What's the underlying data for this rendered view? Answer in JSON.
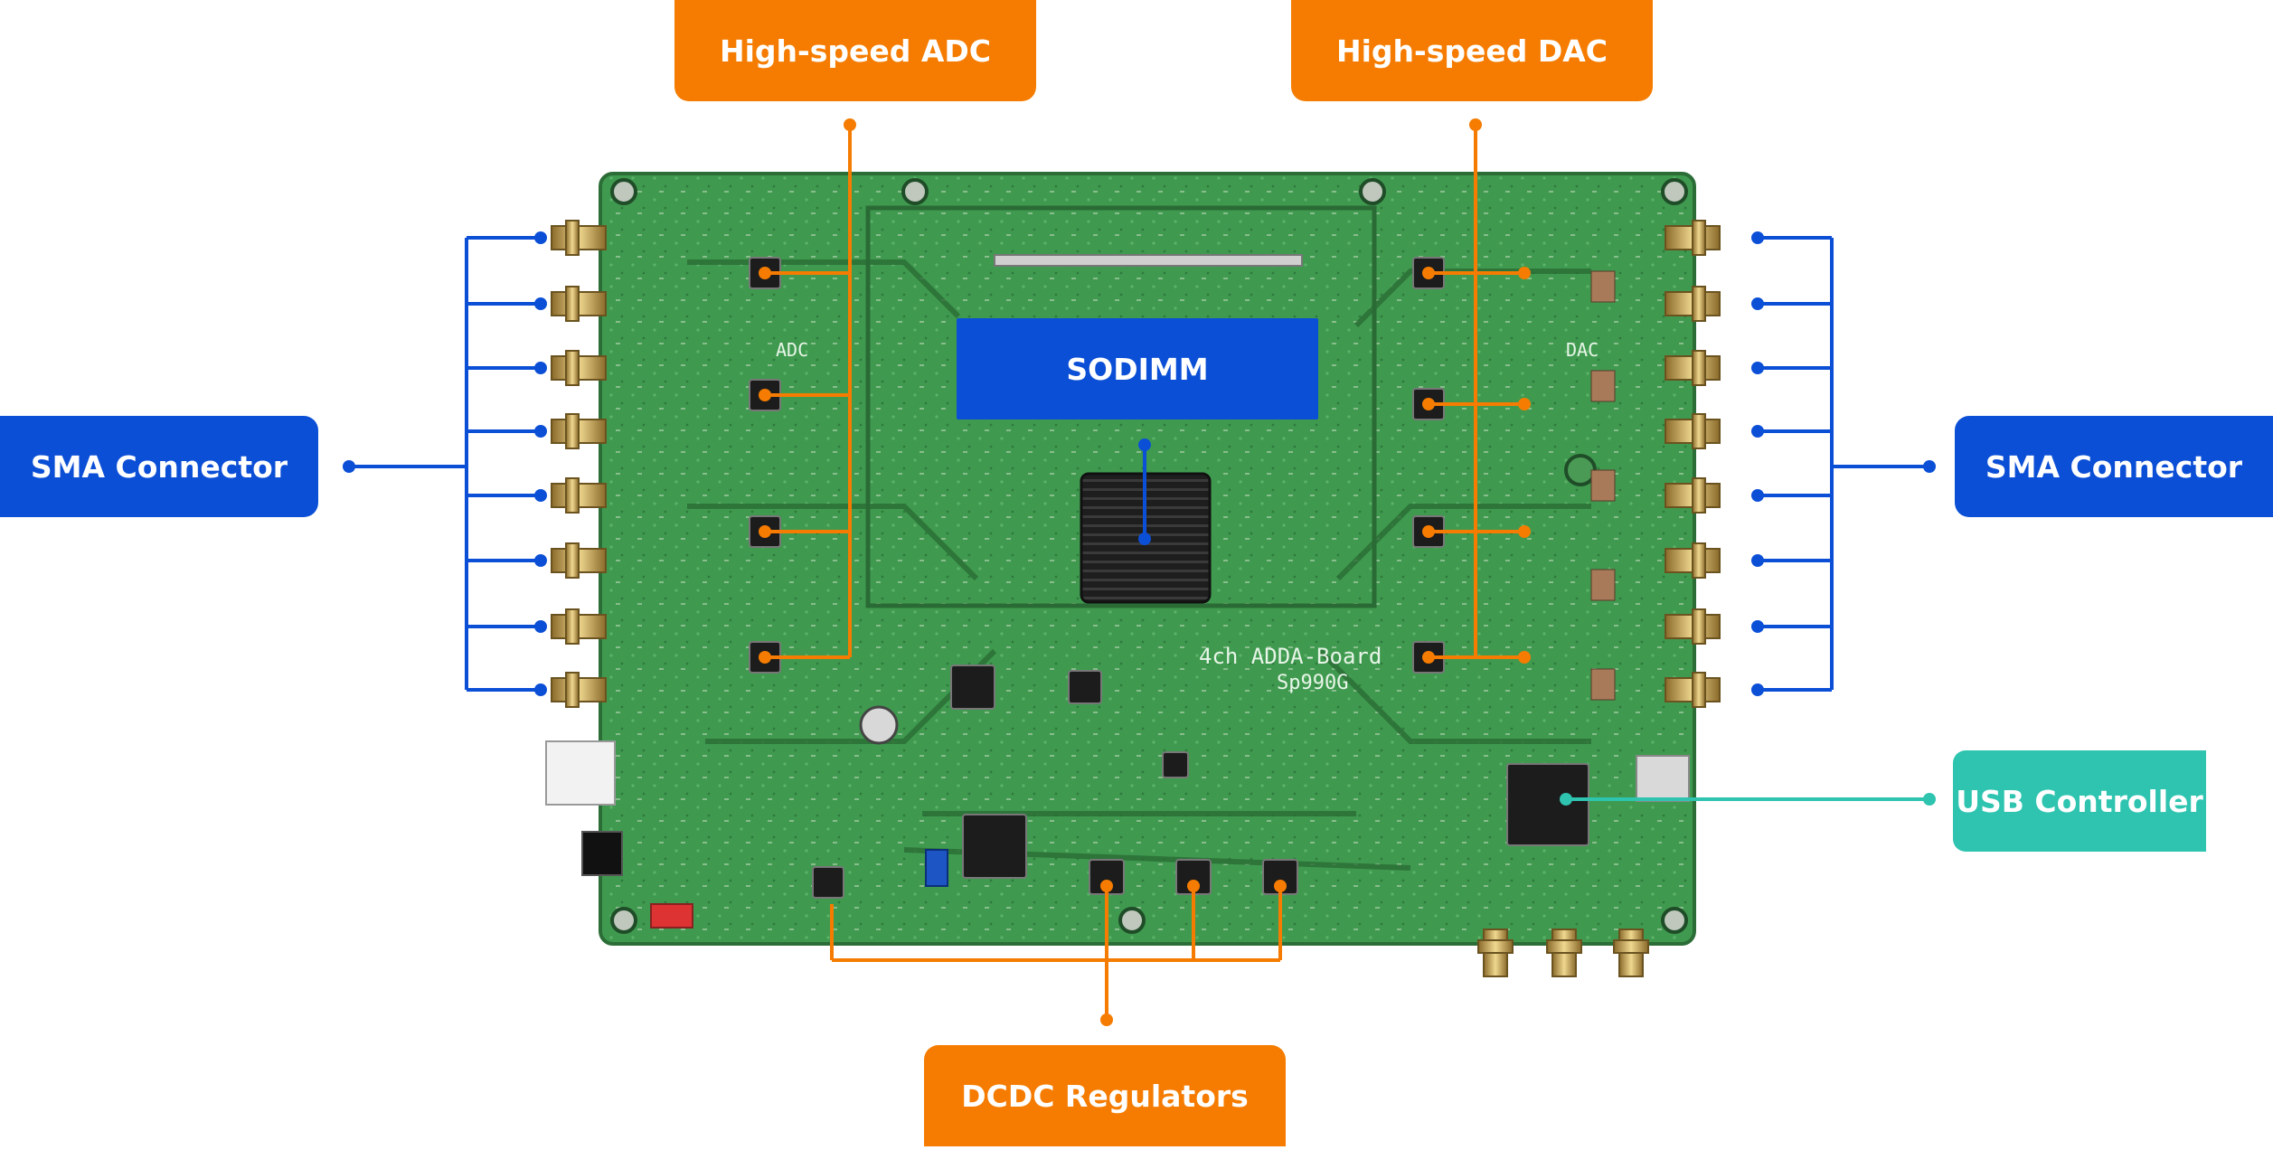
{
  "labels": {
    "adc": "High-speed ADC",
    "dac": "High-speed DAC",
    "sodimm": "SODIMM",
    "sma_left": "SMA Connector",
    "sma_right": "SMA Connector",
    "usb": "USB Controller",
    "dcdc": "DCDC Regulators"
  },
  "silkscreen": {
    "board_name": "4ch ADDA-Board",
    "board_model": "Sp990G",
    "adc_mark": "ADC",
    "dac_mark": "DAC"
  },
  "colors": {
    "orange": "#f57c00",
    "blue": "#0b4fd6",
    "teal": "#2ec4b0",
    "pcb": "#3f9a4f",
    "pcb_dark": "#2f7a3d"
  },
  "icons": {
    "heatsink": "fpga-heatsink-icon",
    "sma": "sma-connector-icon",
    "chip": "ic-chip-icon"
  }
}
